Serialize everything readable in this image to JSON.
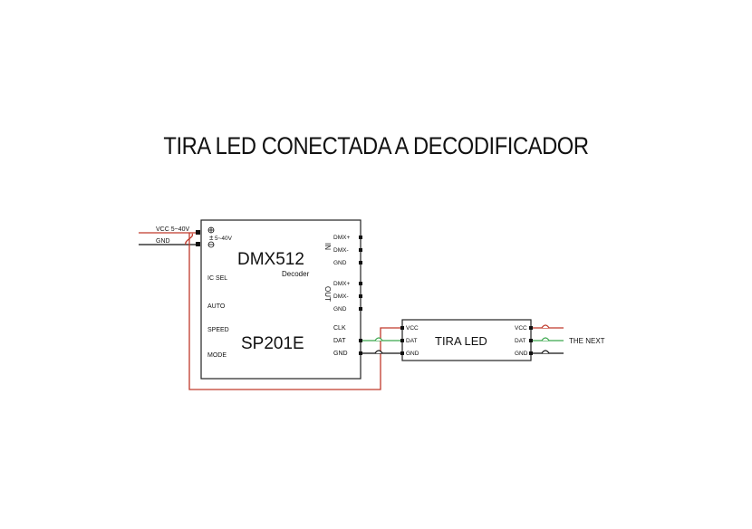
{
  "title": "TIRA LED CONECTADA A DECODIFICADOR",
  "power_input": {
    "vcc": "VCC 5~40V",
    "gnd": "GND",
    "range": "5~40V"
  },
  "decoder": {
    "model": "DMX512",
    "subtitle": "Decoder",
    "part": "SP201E",
    "in_label": "IN",
    "out_label": "OUT",
    "left_pins": [
      "IC SEL",
      "AUTO",
      "SPEED",
      "MODE"
    ],
    "in_pins": [
      "DMX+",
      "DMX-",
      "GND"
    ],
    "out_pins": [
      "DMX+",
      "DMX-",
      "GND"
    ],
    "signal_pins": [
      "CLK",
      "DAT",
      "GND"
    ]
  },
  "strip": {
    "label": "TIRA LED",
    "left_pins": [
      "VCC",
      "DAT",
      "GND"
    ],
    "right_pins": [
      "VCC",
      "DAT",
      "GND"
    ]
  },
  "next_label": "THE NEXT",
  "colors": {
    "vcc_wire": "#c0392b",
    "dat_wire": "#3aa64c",
    "gnd_wire": "#111111",
    "outline": "#222222"
  }
}
